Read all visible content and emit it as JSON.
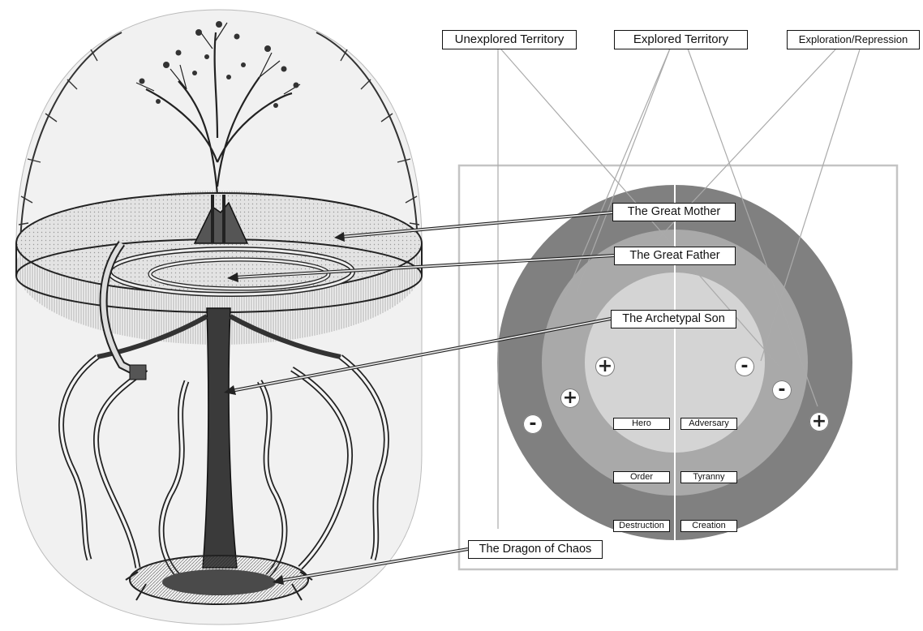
{
  "top_labels": {
    "unexplored": "Unexplored Territory",
    "explored": "Explored Territory",
    "exploration_repression": "Exploration/Repression"
  },
  "callouts": {
    "great_mother": "The Great Mother",
    "great_father": "The Great Father",
    "archetypal_son": "The Archetypal Son",
    "dragon": "The Dragon of Chaos"
  },
  "circle": {
    "inner": {
      "left_sign": "+",
      "right_sign": "-",
      "left_label": "Hero",
      "right_label": "Adversary"
    },
    "middle": {
      "left_sign": "+",
      "right_sign": "-",
      "left_label": "Order",
      "right_label": "Tyranny"
    },
    "outer": {
      "left_sign": "-",
      "right_sign": "+",
      "left_label": "Destruction",
      "right_label": "Creation"
    }
  },
  "colors": {
    "outer_ring": "#808080",
    "middle_ring": "#a9a9a9",
    "inner_circle": "#d4d4d4",
    "frame": "#c4c4c4",
    "leader_lines": "#aaaaaa",
    "illustration_ink": "#2a2a2a"
  },
  "illustration": {
    "subject": "world-tree-engraving",
    "shown": "tree growing from a walled circular earth disc with winding serpent coils and roots below"
  }
}
